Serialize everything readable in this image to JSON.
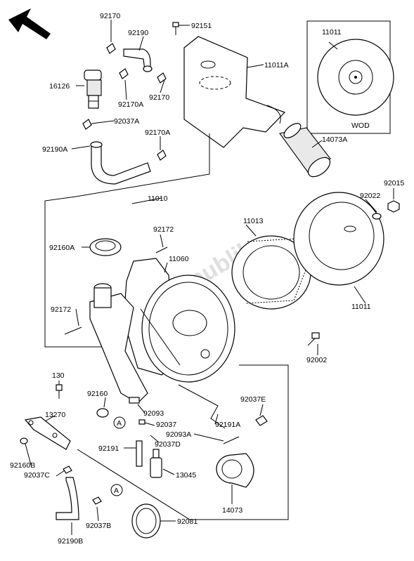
{
  "watermark": "Partsrepublik",
  "inset": {
    "part": "11011",
    "note": "WOD"
  },
  "callouts": {
    "c1": "92170",
    "c2": "92190",
    "c3": "92151",
    "c4": "11011A",
    "c5": "16126",
    "c6": "92170A",
    "c7": "92170",
    "c8": "92037A",
    "c9": "92170A",
    "c10": "92190A",
    "c11": "14073A",
    "c12": "11010",
    "c13": "92015",
    "c14": "92022",
    "c15": "92172",
    "c16": "11013",
    "c17": "92160A",
    "c18": "11060",
    "c19": "92172",
    "c20": "11011",
    "c21": "92002",
    "c22": "130",
    "c23": "13270",
    "c24": "92160",
    "c25": "92093",
    "c26": "92037",
    "c27": "92037E",
    "c28": "92191A",
    "c29": "92093A",
    "c30": "92037D",
    "c31": "92160B",
    "c32": "92037C",
    "c33": "92191",
    "c34": "13045",
    "c35": "14073",
    "c36": "92037B",
    "c37": "92081",
    "c38": "92190B"
  },
  "refs": {
    "ref1": "A",
    "ref2": "A"
  }
}
